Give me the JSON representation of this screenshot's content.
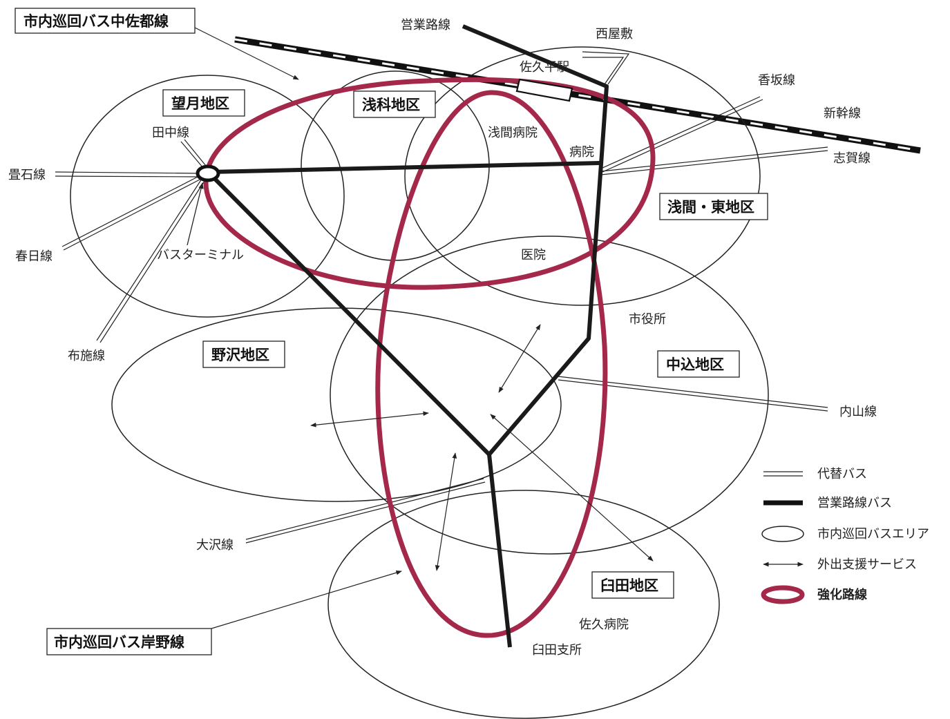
{
  "titles": {
    "nakasato_route": "市内巡回バス中佐都線",
    "kishino_route": "市内巡回バス岸野線"
  },
  "districts": {
    "mochizuki": "望月地区",
    "asashina": "浅科地区",
    "asama_higashi": "浅間・東地区",
    "nozawa": "野沢地区",
    "nakagomi": "中込地区",
    "usuda": "臼田地区"
  },
  "places": {
    "eigyo_rosen": "営業路線",
    "nishiyashiki": "西屋敷",
    "sakudaira_station": "佐久平駅",
    "kousaka_line": "香坂線",
    "shinkansen": "新幹線",
    "shiga_line": "志賀線",
    "asama_hospital": "浅間病院",
    "hospital": "病院",
    "tanaka_line": "田中線",
    "tataishi_line": "畳石線",
    "kasuga_line": "春日線",
    "bus_terminal": "バスターミナル",
    "clinic": "医院",
    "city_office": "市役所",
    "fuse_line": "布施線",
    "uchiyama_line": "内山線",
    "osawa_line": "大沢線",
    "saku_hospital": "佐久病院",
    "usuda_branch": "臼田支所"
  },
  "legend": {
    "alternative_bus": "代替バス",
    "route_bus": "営業路線バス",
    "circulation_area": "市内巡回バスエリア",
    "outing_support": "外出支援サービス",
    "enhanced_route": "強化路線"
  },
  "colors": {
    "enhanced": "#a3284a",
    "route": "#1a1a1a",
    "line": "#222222"
  }
}
